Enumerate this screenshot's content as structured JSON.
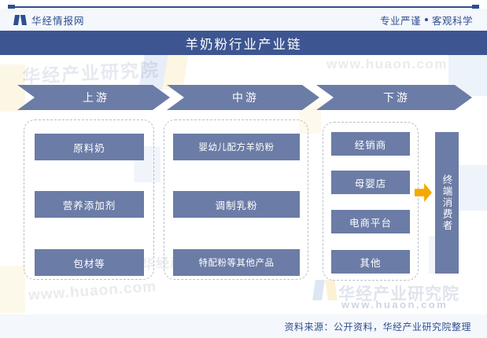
{
  "header": {
    "brand_name": "华经情报网",
    "brand_logo_icon": "book-logo-icon",
    "tagline_left": "专业严谨",
    "tagline_right": "客观科学",
    "title": "羊奶粉行业产业链"
  },
  "colors": {
    "title_band": "#3d5591",
    "node_fill": "#6b7ca6",
    "chevron_fill": "#6b7ca6",
    "accent_arrow": "#f5a800",
    "rule": "#2f4f8f",
    "dashed_border": "#b9bfc9",
    "bar_background": "#f4f7fb"
  },
  "chain": {
    "stages": [
      {
        "label": "上游"
      },
      {
        "label": "中游"
      },
      {
        "label": "下游"
      }
    ],
    "upstream": {
      "nodes": [
        "原料奶",
        "营养添加剂",
        "包材等"
      ]
    },
    "midstream": {
      "nodes": [
        "婴幼儿配方羊奶粉",
        "调制乳粉",
        "特配粉等其他产品"
      ]
    },
    "downstream": {
      "nodes": [
        "经销商",
        "母婴店",
        "电商平台",
        "其他"
      ]
    },
    "terminal": {
      "label": "终端消费者",
      "arrow_icon": "right-arrow-icon"
    }
  },
  "watermarks": {
    "institute": "华经产业研究院",
    "institute_alt": "华经产业研究院",
    "url": "www.huaon.com",
    "url_alt": "www.huaon.com",
    "url_top": "www.huaon.com",
    "book_icon": "book-watermark-icon"
  },
  "footer": {
    "source": "资料来源：公开资料，华经产业研究院整理"
  }
}
